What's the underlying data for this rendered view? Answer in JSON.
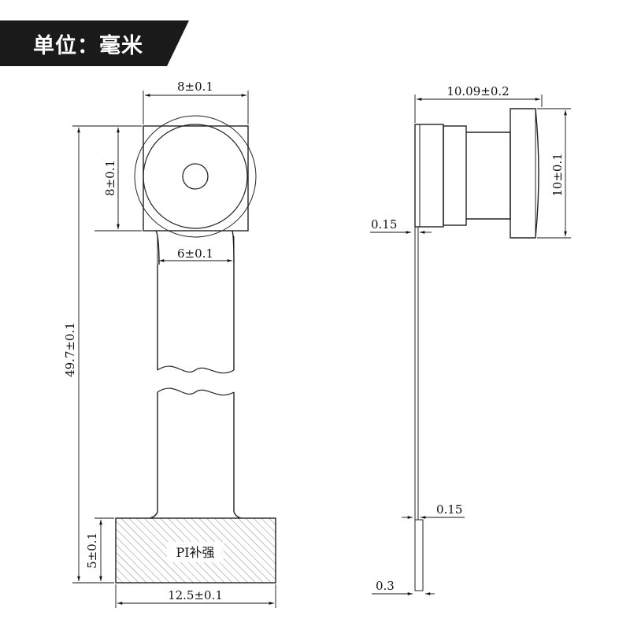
{
  "unit_banner": {
    "text": "单位：毫米"
  },
  "front_view": {
    "sensor_width": "8±0.1",
    "sensor_height": "8±0.1",
    "fpc_width": "6±0.1",
    "total_length": "49.7±0.1",
    "stiffener_height": "5±0.1",
    "stiffener_width": "12.5±0.1",
    "stiffener_label": "PI补强"
  },
  "side_view": {
    "module_depth": "10.09±0.2",
    "lens_diameter": "10±0.1",
    "fpc_thickness_top": "0.15",
    "fpc_thickness_bottom": "0.15",
    "stiffener_thickness": "0.3"
  },
  "colors": {
    "banner_bg": "#1a1a1a",
    "line": "#222222",
    "hatch": "#8a8a8a"
  }
}
